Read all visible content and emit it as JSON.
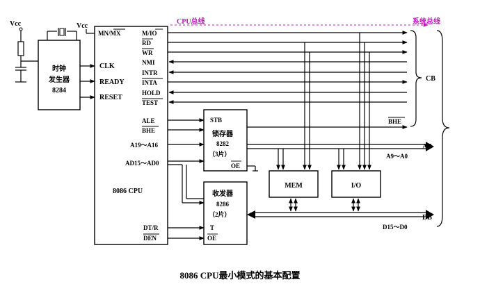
{
  "caption": "8086 CPU最小模式的基本配置",
  "cpu_bus_label": "CPU总线",
  "system_bus_label": "系统总线",
  "vcc_left": "Vcc",
  "vcc_right": "Vcc",
  "clock_gen": {
    "line1": "时钟",
    "line2": "发生器",
    "line3": "8284"
  },
  "cpu": {
    "name": "8086 CPU",
    "mn_mx": "MN/MX",
    "clk": "CLK",
    "ready": "READY",
    "reset": "RESET",
    "m_io": "M/IO",
    "rd": "RD",
    "wr": "WR",
    "nmi": "NMI",
    "intr": "INTR",
    "inta": "INTA",
    "hold": "HOLD",
    "test": "TEST",
    "ale": "ALE",
    "bhe": "BHE",
    "a19_16": "A19～A16",
    "ad15_0": "AD15～AD0",
    "dt_r": "DT/R",
    "den": "DEN"
  },
  "latch": {
    "stb": "STB",
    "name": "锁存器",
    "chip": "8282",
    "count": "（3片）",
    "oe": "OE"
  },
  "transceiver": {
    "name": "收发器",
    "chip": "8286",
    "count": "（2片）",
    "t": "T",
    "oe": "OE"
  },
  "mem": "MEM",
  "io": "I/O",
  "bus": {
    "cb": "CB",
    "ab": "AB",
    "db": "DB",
    "bhe": "BHE",
    "a9_0": "A9～A0",
    "d15_0": "D15～D0"
  }
}
